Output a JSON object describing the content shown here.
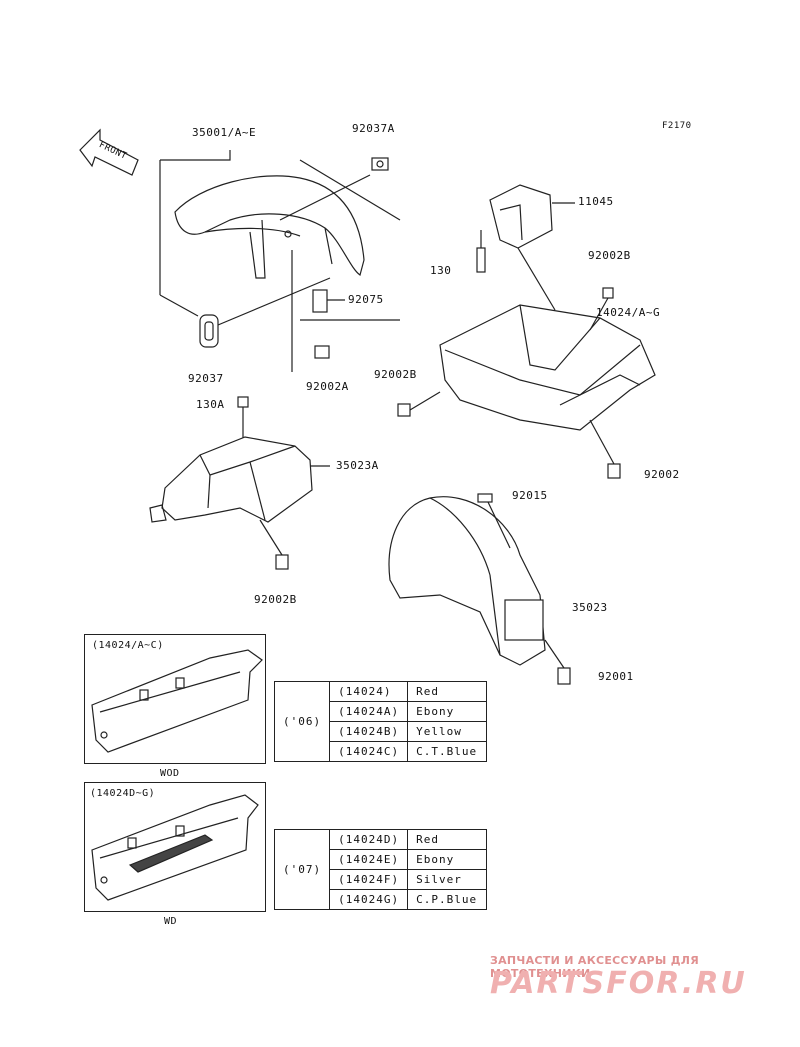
{
  "fig_code": "F2170",
  "front_arrow": "FRONT",
  "labels": {
    "p35001": "35001/A~E",
    "p92037A": "92037A",
    "p92075": "92075",
    "p92037": "92037",
    "p92002A": "92002A",
    "p130A": "130A",
    "p35023A": "35023A",
    "p92002B_low": "92002B",
    "p11045": "11045",
    "p130": "130",
    "p92002B_top": "92002B",
    "p14024": "14024/A~G",
    "p92002B_mid": "92002B",
    "p92002": "92002",
    "p92015": "92015",
    "p35023": "35023",
    "p92001": "92001"
  },
  "inset_wod": {
    "title": "(14024/A~C)",
    "caption": "WOD"
  },
  "inset_wd": {
    "title": "(14024D~G)",
    "caption": "WD"
  },
  "table_06": {
    "year": "('06)",
    "rows": [
      {
        "code": "(14024)",
        "color": "Red"
      },
      {
        "code": "(14024A)",
        "color": "Ebony"
      },
      {
        "code": "(14024B)",
        "color": "Yellow"
      },
      {
        "code": "(14024C)",
        "color": "C.T.Blue"
      }
    ]
  },
  "table_07": {
    "year": "('07)",
    "rows": [
      {
        "code": "(14024D)",
        "color": "Red"
      },
      {
        "code": "(14024E)",
        "color": "Ebony"
      },
      {
        "code": "(14024F)",
        "color": "Silver"
      },
      {
        "code": "(14024G)",
        "color": "C.P.Blue"
      }
    ]
  },
  "watermark": {
    "line1": "ЗАПЧАСТИ И АКСЕССУАРЫ ДЛЯ МОТОТЕХНИКИ",
    "line2": "PARTSFOR.RU"
  },
  "colors": {
    "line": "#222222",
    "watermark": "#e09090"
  }
}
